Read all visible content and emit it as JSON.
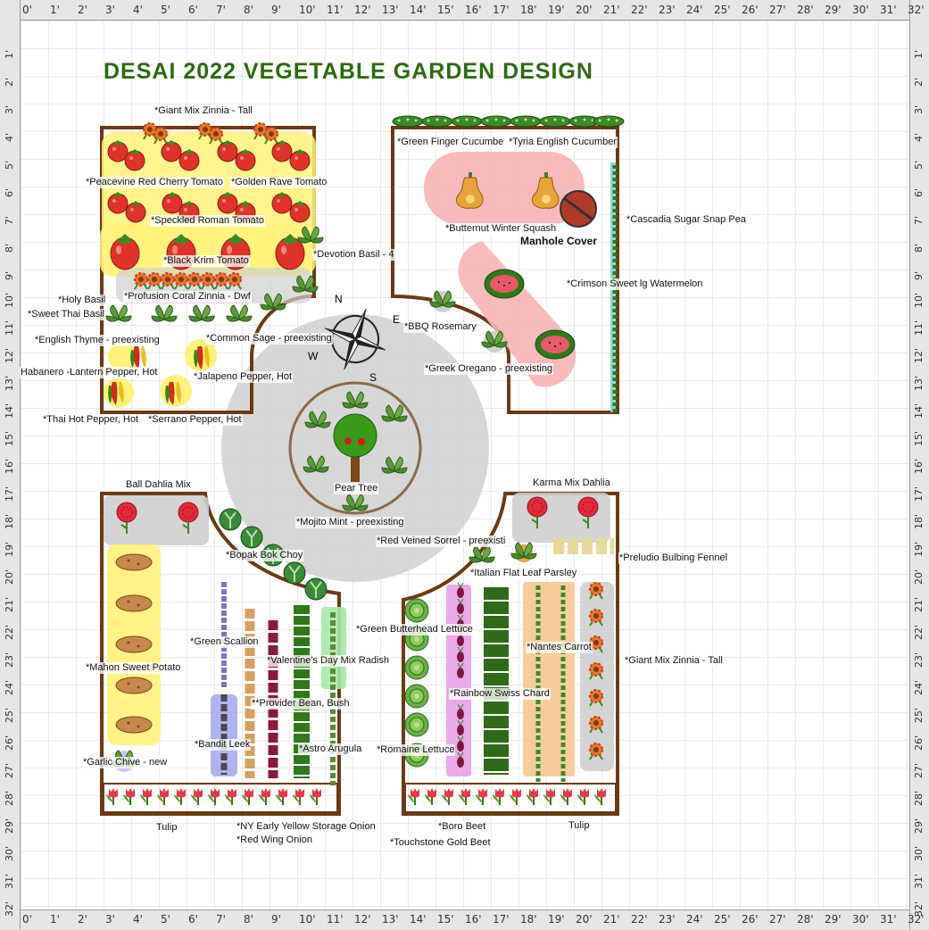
{
  "title": "DESAI 2022 VEGETABLE GARDEN DESIGN",
  "ruler": {
    "top_ticks": [
      "0'",
      "1'",
      "2'",
      "3'",
      "4'",
      "5'",
      "6'",
      "7'",
      "8'",
      "9'",
      "10'",
      "11'",
      "12'",
      "13'",
      "14'",
      "15'",
      "16'",
      "17'",
      "18'",
      "19'",
      "20'",
      "21'",
      "22'",
      "23'",
      "24'",
      "25'",
      "26'",
      "27'",
      "28'",
      "29'",
      "30'",
      "31'",
      "32'"
    ],
    "side_ticks": [
      "1'",
      "2'",
      "3'",
      "4'",
      "5'",
      "6'",
      "7'",
      "8'",
      "9'",
      "10'",
      "11'",
      "12'",
      "13'",
      "14'",
      "15'",
      "16'",
      "17'",
      "18'",
      "19'",
      "20'",
      "21'",
      "22'",
      "23'",
      "24'",
      "25'",
      "26'",
      "27'",
      "28'",
      "29'",
      "30'",
      "31'",
      "32'"
    ]
  },
  "compass": {
    "n": "N",
    "e": "E",
    "s": "S",
    "w": "W"
  },
  "labels": {
    "giant_mix_zinnia_top": "*Giant Mix Zinnia - Tall",
    "peacevine_tomato": "*Peacevine Red Cherry Tomato",
    "golden_rave_tomato": "*Golden Rave Tomato",
    "speckled_roman_tomato": "*Speckled Roman Tomato",
    "black_krim_tomato": "*Black Krim Tomato",
    "devotion_basil": "*Devotion Basil - 4",
    "profusion_zinnia": "*Profusion Coral Zinnia - Dwf",
    "holy_basil": "*Holy Basil",
    "sweet_thai_basil": "*Sweet Thai Basil",
    "english_thyme": "*English Thyme - preexisting",
    "common_sage": "*Common Sage - preexisting",
    "habanero": "Habanero -Lantern Pepper, Hot",
    "jalapeno": "*Jalapeno Pepper, Hot",
    "thai_hot_pepper": "*Thai Hot Pepper, Hot",
    "serrano": "*Serrano Pepper, Hot",
    "green_finger_cucumber": "*Green Finger Cucumbe",
    "tyria_cucumber": "*Tyria English Cucumber",
    "butternut_squash": "*Butternut Winter Squash",
    "manhole_cover": "Manhole Cover",
    "cascadia_pea": "*Cascadia Sugar Snap Pea",
    "crimson_watermelon": "*Crimson Sweet lg Watermelon",
    "bbq_rosemary": "*BBQ Rosemary",
    "greek_oregano": "*Greek Oregano - preexisting",
    "pear_tree": "Pear Tree",
    "mojito_mint": "*Mojito Mint - preexisting",
    "ball_dahlia": "Ball Dahlia Mix",
    "karma_dahlia": "Karma Mix Dahlia",
    "red_veined_sorrel": "*Red Veined Sorrel - preexisti",
    "bopak_bok_choy": "*Bopak Bok Choy",
    "preludio_fennel": "*Preludio Bulbing Fennel",
    "italian_parsley": "*Italian Flat Leaf Parsley",
    "green_scallion": "*Green Scallion",
    "green_butterhead": "*Green Butterhead Lettuce",
    "nantes_carrot": "*Nantes Carrot",
    "valentines_radish": "*Valentine's Day Mix Radish",
    "giant_mix_zinnia_right": "*Giant Mix Zinnia - Tall",
    "mahon_sweet_potato": "*Mahon Sweet Potato",
    "rainbow_chard": "*Rainbow Swiss Chard",
    "provider_bean": "**Provider Bean, Bush",
    "bandit_leek": "*Bandit Leek",
    "astro_arugula": "*Astro Arugula",
    "romaine_lettuce": "*Romaine Lettuce",
    "garlic_chive": "*Garlic Chive - new",
    "tulip_left": "Tulip",
    "ny_onion": "*NY Early Yellow Storage Onion",
    "red_wing_onion": "*Red Wing Onion",
    "boro_beet": "*Boro Beet",
    "tulip_right": "Tulip",
    "touchstone_beet": "*Touchstone Gold Beet"
  },
  "colors": {
    "title": "#2e6a10",
    "bed_border": "#6b3a14",
    "yellow_zone": "#fff27a",
    "pink_zone": "#f7b4b4",
    "gray_zone": "#cfcfcf",
    "grid": "#d6d6d6"
  }
}
